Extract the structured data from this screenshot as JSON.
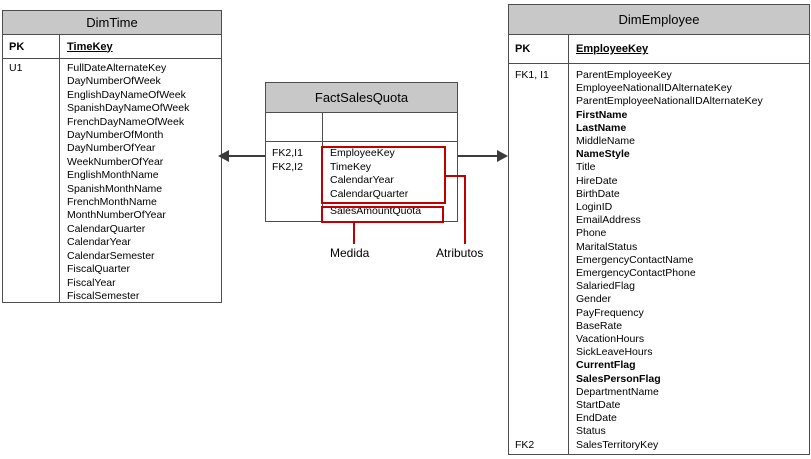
{
  "tables": {
    "dimtime": {
      "title": "DimTime",
      "pk_label": "PK",
      "pk_field": "TimeKey",
      "rows": [
        {
          "key": "U1",
          "field": "FullDateAlternateKey"
        },
        {
          "key": "",
          "field": "DayNumberOfWeek"
        },
        {
          "key": "",
          "field": "EnglishDayNameOfWeek"
        },
        {
          "key": "",
          "field": "SpanishDayNameOfWeek"
        },
        {
          "key": "",
          "field": "FrenchDayNameOfWeek"
        },
        {
          "key": "",
          "field": "DayNumberOfMonth"
        },
        {
          "key": "",
          "field": "DayNumberOfYear"
        },
        {
          "key": "",
          "field": "WeekNumberOfYear"
        },
        {
          "key": "",
          "field": "EnglishMonthName"
        },
        {
          "key": "",
          "field": "SpanishMonthName"
        },
        {
          "key": "",
          "field": "FrenchMonthName"
        },
        {
          "key": "",
          "field": "MonthNumberOfYear"
        },
        {
          "key": "",
          "field": "CalendarQuarter"
        },
        {
          "key": "",
          "field": "CalendarYear"
        },
        {
          "key": "",
          "field": "CalendarSemester"
        },
        {
          "key": "",
          "field": "FiscalQuarter"
        },
        {
          "key": "",
          "field": "FiscalYear"
        },
        {
          "key": "",
          "field": "FiscalSemester"
        }
      ]
    },
    "fact": {
      "title": "FactSalesQuota",
      "pk_label": "",
      "pk_field": "",
      "rows": [
        {
          "key": "FK2,I1",
          "field": "EmployeeKey"
        },
        {
          "key": "FK2,I2",
          "field": "TimeKey"
        },
        {
          "key": "",
          "field": "CalendarYear"
        },
        {
          "key": "",
          "field": "CalendarQuarter"
        },
        {
          "key": "",
          "field": "SalesAmountQuota"
        }
      ]
    },
    "dimemployee": {
      "title": "DimEmployee",
      "pk_label": "PK",
      "pk_field": "EmployeeKey",
      "rows": [
        {
          "key": "FK1, I1",
          "field": "ParentEmployeeKey"
        },
        {
          "key": "",
          "field": "EmployeeNationalIDAlternateKey"
        },
        {
          "key": "",
          "field": "ParentEmployeeNationalIDAlternateKey"
        },
        {
          "key": "",
          "field": "FirstName",
          "bold": true
        },
        {
          "key": "",
          "field": "LastName",
          "bold": true
        },
        {
          "key": "",
          "field": "MiddleName"
        },
        {
          "key": "",
          "field": "NameStyle",
          "bold": true
        },
        {
          "key": "",
          "field": "Title"
        },
        {
          "key": "",
          "field": "HireDate"
        },
        {
          "key": "",
          "field": "BirthDate"
        },
        {
          "key": "",
          "field": "LoginID"
        },
        {
          "key": "",
          "field": "EmailAddress"
        },
        {
          "key": "",
          "field": "Phone"
        },
        {
          "key": "",
          "field": "MaritalStatus"
        },
        {
          "key": "",
          "field": "EmergencyContactName"
        },
        {
          "key": "",
          "field": "EmergencyContactPhone"
        },
        {
          "key": "",
          "field": "SalariedFlag"
        },
        {
          "key": "",
          "field": "Gender"
        },
        {
          "key": "",
          "field": "PayFrequency"
        },
        {
          "key": "",
          "field": "BaseRate"
        },
        {
          "key": "",
          "field": "VacationHours"
        },
        {
          "key": "",
          "field": "SickLeaveHours"
        },
        {
          "key": "",
          "field": "CurrentFlag",
          "bold": true
        },
        {
          "key": "",
          "field": "SalesPersonFlag",
          "bold": true
        },
        {
          "key": "",
          "field": "DepartmentName"
        },
        {
          "key": "",
          "field": "StartDate"
        },
        {
          "key": "",
          "field": "EndDate"
        },
        {
          "key": "",
          "field": "Status"
        },
        {
          "key": "FK2",
          "field": "SalesTerritoryKey"
        }
      ]
    }
  },
  "annotations": {
    "measure_label": "Medida",
    "attributes_label": "Atributos",
    "highlight_color": "#c00000"
  },
  "colors": {
    "header_fill": "#c8c8c8",
    "table_border": "#4d4d4d",
    "arrow": "#3b3b3b"
  }
}
